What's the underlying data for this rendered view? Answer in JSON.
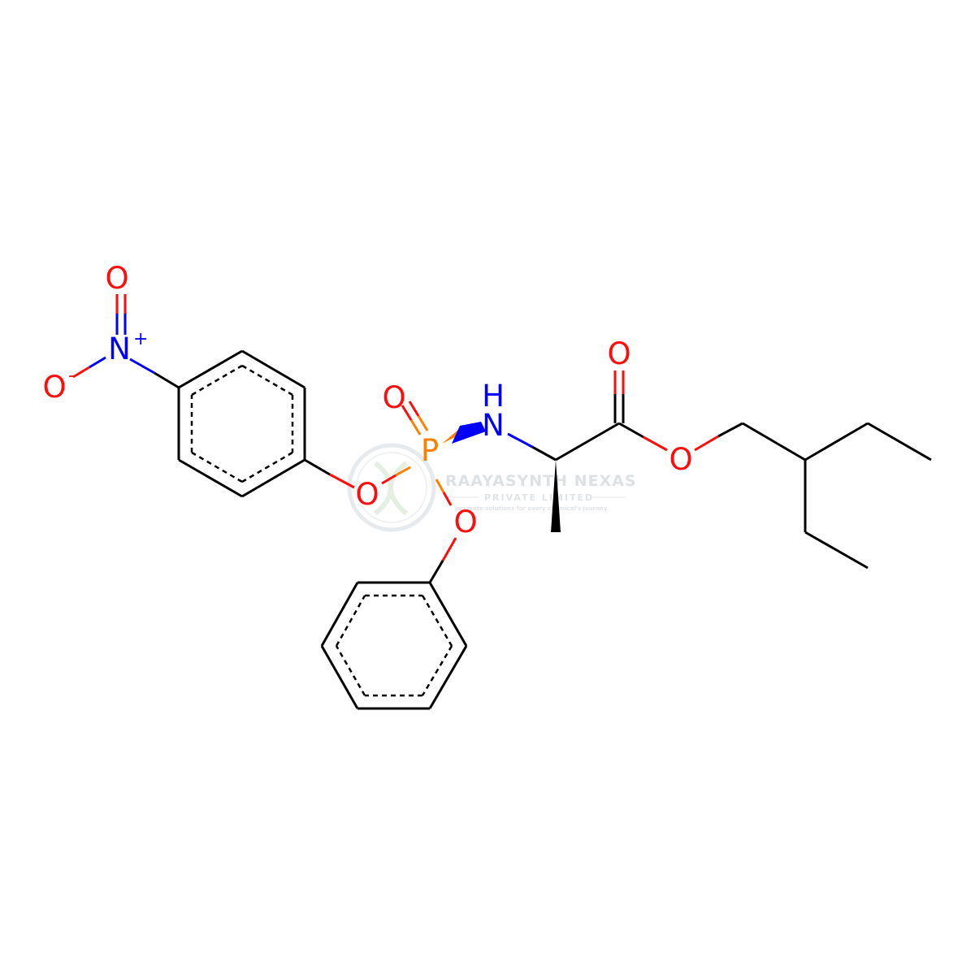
{
  "colors": {
    "carbon": "#000000",
    "oxygen": "#ff0d0d",
    "nitrogen": "#0000ff",
    "phosphorus": "#ff8000",
    "watermark": "#c8cdd2"
  },
  "atoms": {
    "nitro_o_top": "O",
    "nitro_n": "N",
    "nitro_n_charge": "+",
    "nitro_o_left": "O",
    "nitro_o_left_charge": "-",
    "aryl_o": "O",
    "p": "P",
    "p_oxo": "O",
    "nh_h": "H",
    "nh_n": "N",
    "phenyl_o": "O",
    "carbonyl_o": "O",
    "ester_o": "O"
  },
  "watermark": {
    "company": "RAAYASYNTH NEXAS",
    "subtitle": "PRIVATE LIMITED",
    "tagline": "Innovate solutions for every chemical's journey"
  }
}
